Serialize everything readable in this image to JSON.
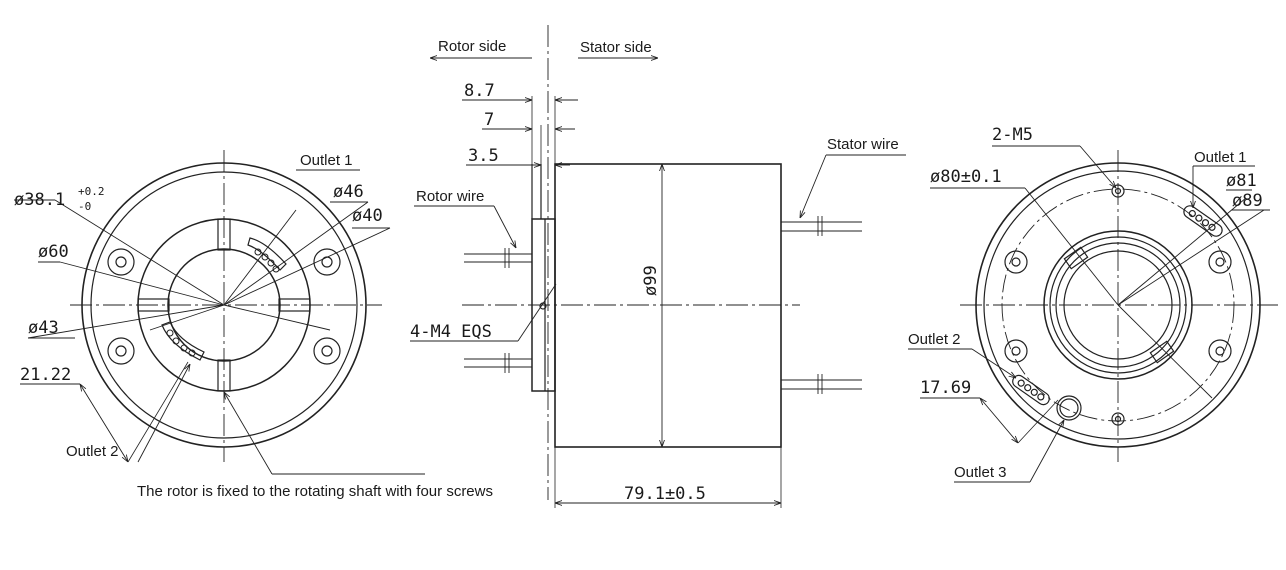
{
  "labels": {
    "rotor_side": "Rotor side",
    "stator_side": "Stator side",
    "rotor_wire": "Rotor wire",
    "stator_wire": "Stator wire",
    "outlet_1_left": "Outlet 1",
    "outlet_2_left": "Outlet 2",
    "outlet_1_right": "Outlet 1",
    "outlet_2_right": "Outlet 2",
    "outlet_3_right": "Outlet 3",
    "caption": "The rotor is fixed to the rotating shaft with four screws"
  },
  "dimensions": {
    "d38_base": "ø38.1",
    "d38_tol_plus": "+0.2",
    "d38_tol_minus": "-0",
    "d60": "ø60",
    "d43": "ø43",
    "d46": "ø46",
    "d40": "ø40",
    "w2122": "21.22",
    "l87": "8.7",
    "l7": "7",
    "l35": "3.5",
    "m4": "4-M4 EQS",
    "d99": "ø99",
    "l791": "79.1±0.5",
    "m5": "2-M5",
    "d80": "ø80±0.1",
    "d81": "ø81",
    "d89": "ø89",
    "w1769": "17.69"
  }
}
